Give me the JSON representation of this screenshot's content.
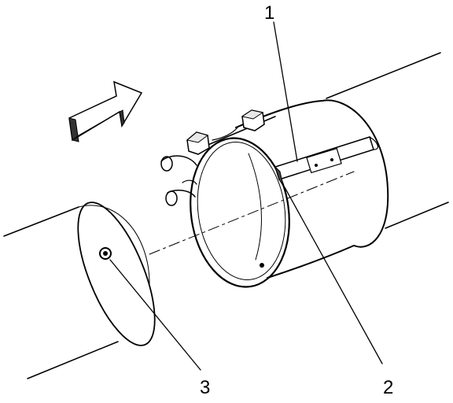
{
  "callouts": [
    {
      "label": "1"
    },
    {
      "label": "2"
    },
    {
      "label": "3"
    }
  ],
  "colors": {
    "line": "#000000",
    "background": "#ffffff",
    "arrow_fill": "#333333"
  }
}
